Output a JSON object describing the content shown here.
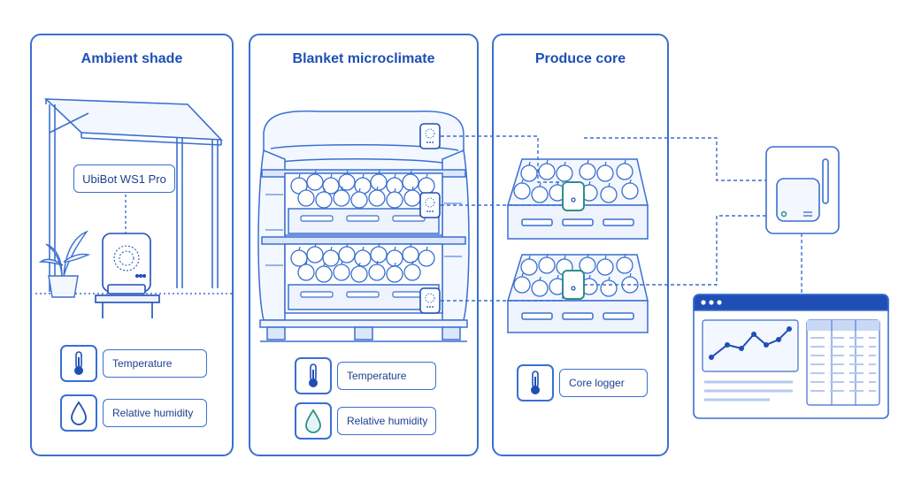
{
  "panels": [
    {
      "title": "Ambient shade"
    },
    {
      "title": "Blanket microclimate"
    },
    {
      "title": "Produce core"
    }
  ],
  "device_label": "UbiBot WS1 Pro",
  "legend": {
    "ambient": [
      {
        "icon": "thermometer-icon",
        "label": "Temperature"
      },
      {
        "icon": "droplet-icon",
        "label": "Relative humidity"
      }
    ],
    "blanket": [
      {
        "icon": "thermometer-icon",
        "label": "Temperature"
      },
      {
        "icon": "droplet-teal-icon",
        "label": "Relative humidity"
      }
    ],
    "core": [
      {
        "icon": "thermometer-icon",
        "label": "Core logger"
      }
    ]
  },
  "colors": {
    "line": "#3a6fd0",
    "dark": "#1f4fb5",
    "teal": "#2f8f88",
    "fill": "#f3f7ff",
    "header": "#1f4fb5"
  }
}
